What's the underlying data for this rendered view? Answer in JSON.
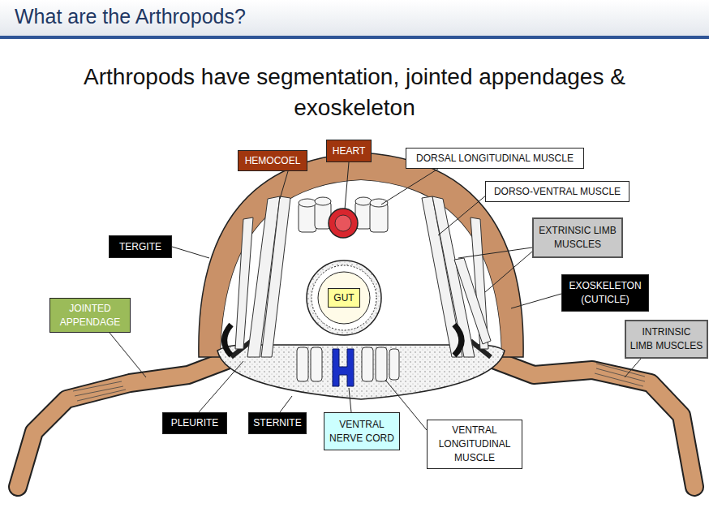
{
  "diagram": {
    "title": "What are the Arthropods?",
    "nodes": [
      {
        "text": [
          "HEART"
        ]
      },
      {
        "text": [
          "HEMOCOEL"
        ]
      },
      {
        "text": [
          "DORSAL LONGITUDINAL MUSCLE"
        ]
      },
      {
        "text": [
          "DORSO-VENTRAL MUSCLE"
        ]
      },
      {
        "text": [
          "TERGITE"
        ]
      },
      {
        "text": [
          "EXTRINSIC LIMB MUSCLES"
        ]
      },
      {
        "text": [
          "GUT"
        ]
      },
      {
        "text": [
          "EXOSKELETON (CUTICLE)"
        ]
      },
      {
        "text": [
          "JOINTED APPENDAGE"
        ]
      },
      {
        "text": [
          "INTRINSIC LIMB MUSCLES"
        ]
      },
      {
        "text": [
          "PLEURITE"
        ]
      },
      {
        "text": [
          "STERNITE"
        ]
      },
      {
        "text": [
          "VENTRAL NERVE CORD"
        ]
      },
      {
        "text": [
          "VENTRAL LONGITUDINAL MUSCLE"
        ]
      }
    ],
    "labels": [
      "Arthropods have segmentation, jointed appendages & exoskeleton"
    ]
  }
}
